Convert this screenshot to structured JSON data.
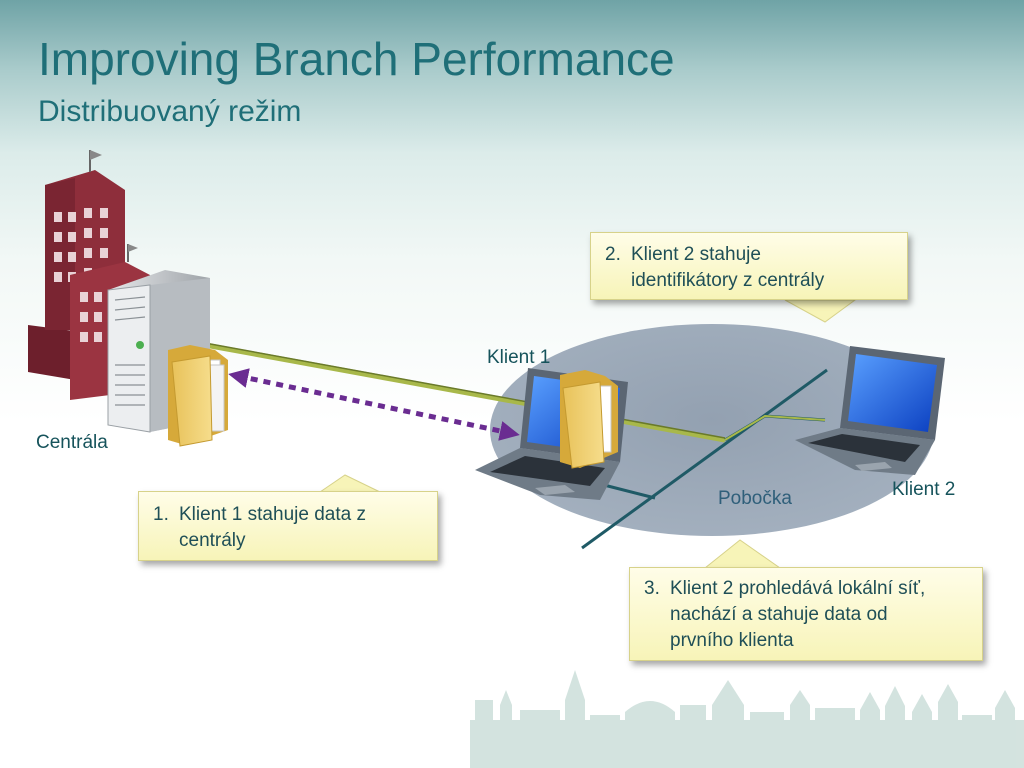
{
  "slide": {
    "title": "Improving Branch Performance",
    "subtitle": "Distribuovaný režim"
  },
  "labels": {
    "hq": "Centrála",
    "client1": "Klient 1",
    "client2": "Klient 2",
    "branch": "Pobočka"
  },
  "callouts": [
    {
      "num": "1.",
      "lines": [
        "Klient 1 stahuje data z",
        "centrály"
      ]
    },
    {
      "num": "2.",
      "lines": [
        "Klient 2 stahuje",
        "identifikátory z centrály"
      ]
    },
    {
      "num": "3.",
      "lines": [
        "Klient 2 prohledává lokální síť,",
        "nachází a stahuje data od",
        "prvního klienta"
      ]
    }
  ],
  "icons": [
    "office-building-icon",
    "server-icon",
    "folder-icon",
    "laptop-icon",
    "city-skyline-icon"
  ],
  "colors": {
    "title": "#1f6f78",
    "callout_bg": "#f7f4b8",
    "arrow": "#6a2c91",
    "network": "#1f5a66",
    "link": "#8a9a3a"
  }
}
